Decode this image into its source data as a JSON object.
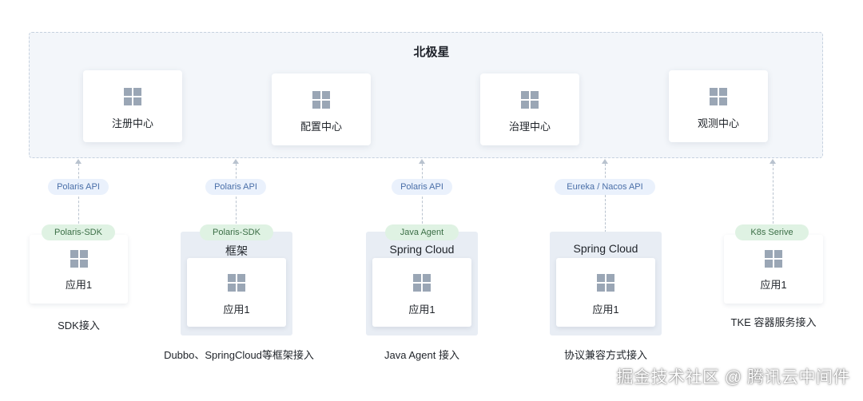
{
  "title": "北极星",
  "centers": [
    {
      "label": "注册中心"
    },
    {
      "label": "配置中心"
    },
    {
      "label": "治理中心"
    },
    {
      "label": "观测中心"
    }
  ],
  "columns": [
    {
      "api_label": "Polaris API",
      "pill_label": "Polaris-SDK",
      "box_title": "",
      "app_label": "应用1",
      "caption": "SDK接入"
    },
    {
      "api_label": "Polaris API",
      "pill_label": "Polaris-SDK",
      "box_title": "框架",
      "app_label": "应用1",
      "caption": "Dubbo、SpringCloud等框架接入"
    },
    {
      "api_label": "Polaris API",
      "pill_label": "Java Agent",
      "box_title": "Spring Cloud",
      "app_label": "应用1",
      "caption": "Java Agent 接入"
    },
    {
      "api_label": "Eureka / Nacos API",
      "pill_label": "",
      "box_title": "Spring Cloud",
      "app_label": "应用1",
      "caption": "协议兼容方式接入"
    },
    {
      "api_label": "",
      "pill_label": "K8s Serive",
      "box_title": "",
      "app_label": "应用1",
      "caption": "TKE 容器服务接入"
    }
  ],
  "watermark": "掘金技术社区 @ 腾讯云中间件",
  "colors": {
    "panel_bg": "#f3f6fa",
    "api_pill_bg": "#eaf1fc",
    "green_pill_bg": "#dff2e3",
    "outer_box_bg": "#e8edf4",
    "icon": "#9aa6b5"
  },
  "icons": {
    "app": "grid-icon",
    "arrow": "arrow-up-icon"
  }
}
